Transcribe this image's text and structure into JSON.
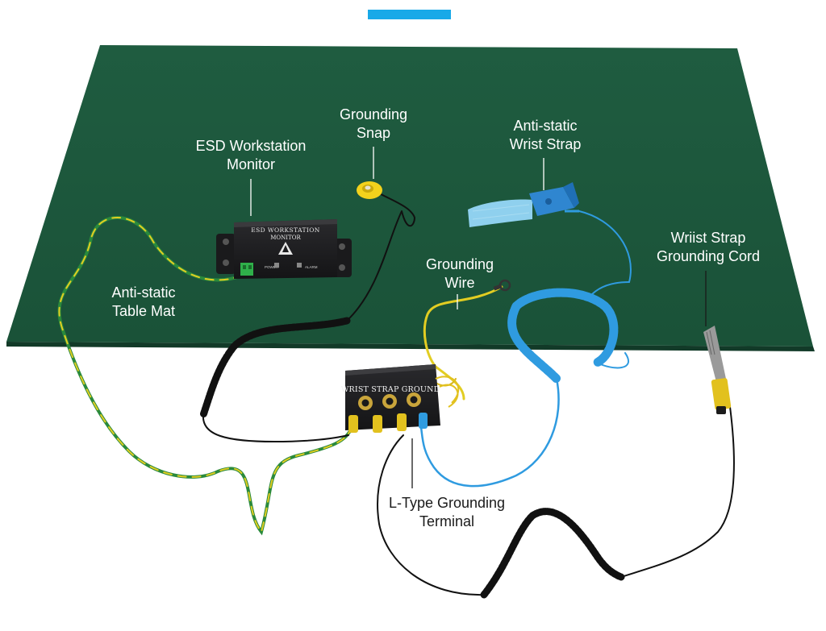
{
  "colors": {
    "mat": "#1e5a3e",
    "mat_shadow": "#15402c",
    "accent_bar": "#18a9e8",
    "box": "#1d1d1f",
    "green_yellow_wire_green": "#2a8a3c",
    "green_yellow_wire_yellow": "#e2cd22",
    "black_cord": "#111111",
    "blue_cord": "#2f9be0",
    "strap_blue": "#8fd0ee",
    "snap_yellow": "#f3d21c",
    "terminal_green": "#2fb04a"
  },
  "labels": {
    "esd_monitor": {
      "line1": "ESD Workstation",
      "line2": "Monitor"
    },
    "grounding_snap": {
      "line1": "Grounding",
      "line2": "Snap"
    },
    "wrist_strap": {
      "line1": "Anti-static",
      "line2": "Wrist Strap"
    },
    "strap_cord": {
      "line1": "Wriist Strap",
      "line2": "Grounding Cord"
    },
    "grounding_wire": {
      "line1": "Grounding",
      "line2": "Wire"
    },
    "table_mat": {
      "line1": "Anti-static",
      "line2": "Table Mat"
    },
    "l_terminal": {
      "line1": "L-Type Grounding",
      "line2": "Terminal"
    }
  },
  "monitor_box": {
    "title_line1": "ESD WORKSTATION",
    "title_line2": "MONITOR",
    "label_left": "POWER",
    "label_right": "ALARM"
  },
  "ground_box": {
    "title": "WRIST STRAP GROUND"
  },
  "icons": {
    "monitor_logo": "warning-triangle-icon",
    "jack": "socket-jack-icon"
  }
}
